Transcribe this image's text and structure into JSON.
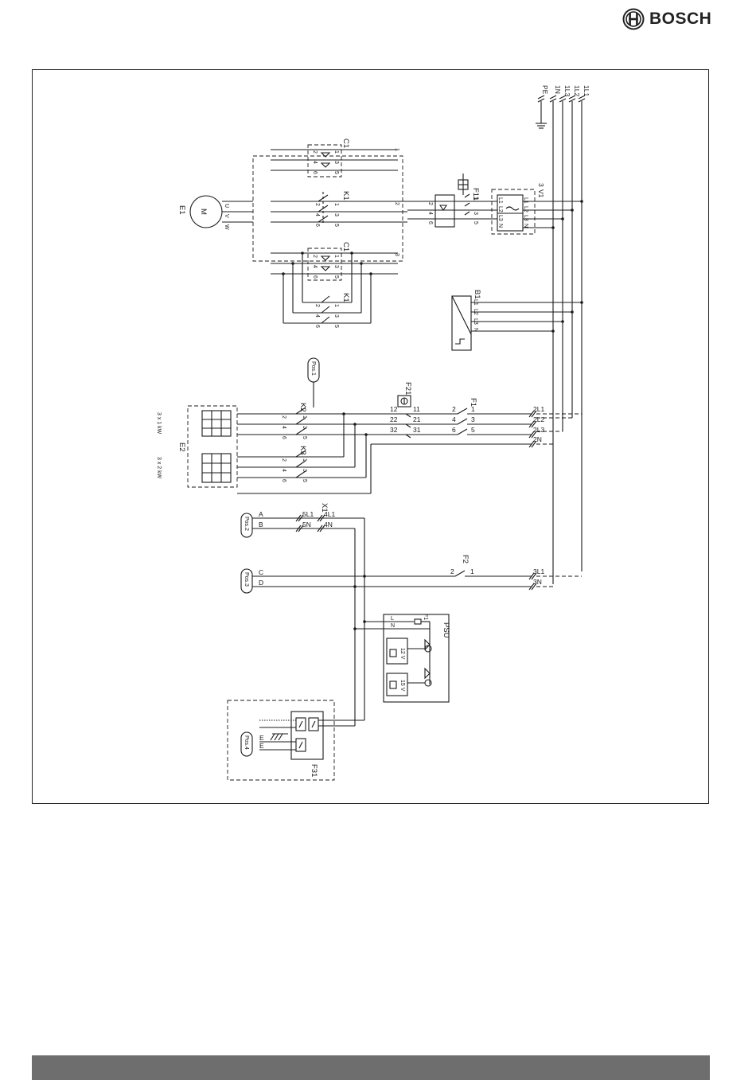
{
  "brand": {
    "name": "BOSCH",
    "logo_icon": "bosch-armature-icon"
  },
  "diagram": {
    "incoming": [
      "1L1",
      "1L2",
      "1L3",
      "1N",
      "PE"
    ],
    "fan_motor": {
      "label": "E1",
      "symbol": "M",
      "terminals": [
        "U",
        "V",
        "W"
      ]
    },
    "contactors": {
      "c1": "C1",
      "k1": "K1",
      "k2": "K2",
      "k3": "K3",
      "contacts": [
        "1",
        "2",
        "3",
        "4",
        "5",
        "6"
      ],
      "wire_numbers": [
        "1",
        "2",
        "3"
      ]
    },
    "fuse_f11": {
      "label": "F11",
      "ports": [
        "1",
        "2",
        "3",
        "4",
        "5",
        "6"
      ]
    },
    "frequency_converter": {
      "label": "V1",
      "num": "3",
      "terminals": [
        "L1",
        "L2",
        "L3",
        "N"
      ]
    },
    "sensor_b1": {
      "label": "B1",
      "terminals": [
        "L1",
        "L2",
        "L3",
        "N"
      ]
    },
    "heater_e2": {
      "label": "E2",
      "rating_1": "3 x 1 kW",
      "rating_2": "3 x 2 kW"
    },
    "thermostat_f21": {
      "label": "F21",
      "left_terms": [
        "12",
        "22",
        "32"
      ],
      "right_terms": [
        "11",
        "21",
        "31"
      ]
    },
    "breaker_f1": {
      "label": "F1",
      "left": [
        "2",
        "4",
        "6"
      ],
      "right": [
        "1",
        "3",
        "5"
      ]
    },
    "heater_terminals": [
      "2L1",
      "2L2",
      "2L3",
      "2N"
    ],
    "positions": {
      "pos1": "Pos.1",
      "pos2": "Pos.2",
      "pos3": "Pos.3",
      "pos4": "Pos.4"
    },
    "terminal_block_x1": {
      "label": "X1",
      "t5": [
        "5L1",
        "5N"
      ],
      "t4": [
        "4L1",
        "4N"
      ],
      "letters": [
        "A",
        "B"
      ]
    },
    "control_feed": {
      "letters": [
        "C",
        "D"
      ],
      "f2": "F2",
      "f2_left": "2",
      "f2_right": "1",
      "terminals": [
        "3L1",
        "3N"
      ]
    },
    "psu": {
      "label": "PSU",
      "inputs": [
        "L",
        "N"
      ],
      "fuse": "F1",
      "out1": "12 V",
      "out2": "15 V"
    },
    "f31": {
      "label": "F31",
      "letters": [
        "E",
        "E"
      ]
    }
  }
}
